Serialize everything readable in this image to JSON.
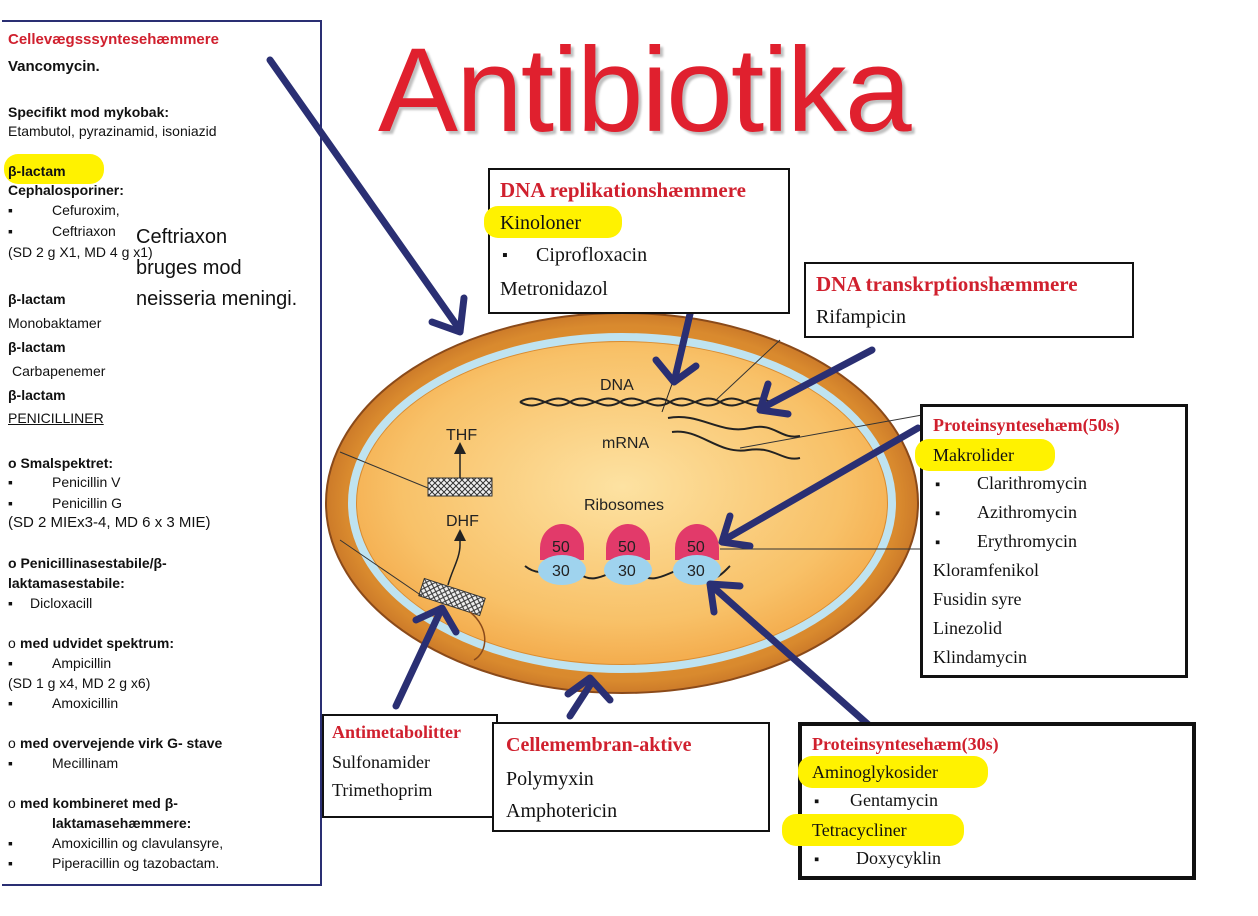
{
  "title": "Antibiotika",
  "left_panel": {
    "heading": "Cellevægsssyntesehæmmere",
    "vancomycin": "Vancomycin.",
    "mykobak_head": "Specifikt mod mykobak:",
    "mykobak_drugs": "Etambutol, pyrazinamid, isoniazid",
    "blactam1": "β-lactam",
    "cephalo_head": "Cephalosporiner:",
    "bullet": "▪",
    "cefuroxim": "Cefuroxim,",
    "ceftriaxon": "Ceftriaxon",
    "ceftriaxon_dose": "(SD 2 g X1, MD 4 g x1)",
    "blactam2": "β-lactam",
    "monobaktamer": "Monobaktamer",
    "blactam3": "β-lactam",
    "carbapenemer": "Carbapenemer",
    "blactam4": "β-lactam",
    "penicilliner": "PENICILLINER",
    "smal_head": "o Smalspektret:",
    "penV": "Penicillin V",
    "penG": "Penicillin G",
    "penG_dose": "(SD 2 MIEx3-4, MD 6 x 3 MIE)",
    "pase_head1": "o Penicillinasestabile/β-",
    "pase_head2": "laktamasestabile:",
    "dicloxacill": "Dicloxacill",
    "udvidet_o": "o",
    "udvidet_head": "med udvidet spektrum:",
    "ampicillin": "Ampicillin",
    "ampicillin_dose": "(SD 1 g x4, MD 2 g x6)",
    "amoxicillin": "Amoxicillin",
    "gstave_o": "o",
    "gstave_head": "med overvejende virk G- stave",
    "mecillinam": "Mecillinam",
    "komb_o": "o",
    "komb_head1": "med kombineret med β-",
    "komb_head2": "laktamasehæmmere:",
    "amox_clav": "Amoxicillin  og clavulansyre,",
    "pip_tazo": "Piperacillin  og tazobactam."
  },
  "note": [
    "Ceftriaxon",
    "bruges mod",
    "neisseria meningi."
  ],
  "cell": {
    "dna": "DNA",
    "mrna": "mRNA",
    "ribosomes": "Ribosomes",
    "thf": "THF",
    "dhf": "DHF",
    "r50": "50",
    "r30": "30"
  },
  "box_dna_rep": {
    "head": "DNA replikationshæmmere",
    "l1": "Kinoloner",
    "bullet": "▪",
    "l2": "Ciprofloxacin",
    "l3": "Metronidazol"
  },
  "box_dna_trans": {
    "head": "DNA transkrptionshæmmere",
    "l1": "Rifampicin"
  },
  "box_p50": {
    "head": "Proteinsyntesehæm(50s)",
    "l1": "Makrolider",
    "bullet": "▪",
    "l2": "Clarithromycin",
    "l3": "Azithromycin",
    "l4": "Erythromycin",
    "l5": "Kloramfenikol",
    "l6": "Fusidin syre",
    "l7": "Linezolid",
    "l8": "Klindamycin"
  },
  "box_antimet": {
    "head": "Antimetabolitter",
    "l1": "Sulfonamider",
    "l2": "Trimethoprim"
  },
  "box_membran": {
    "head": "Cellemembran-aktive",
    "l1": "Polymyxin",
    "l2": "Amphotericin"
  },
  "box_p30": {
    "head": "Proteinsyntesehæm(30s)",
    "l1": "Aminoglykosider",
    "bullet": "▪",
    "l2": "Gentamycin",
    "l3": "Tetracycliner",
    "l4": "Doxycyklin"
  },
  "colors": {
    "red": "#d0202e",
    "highlight": "#fff200",
    "arrow": "#2a2f73",
    "cell_outer": "#c06a2a",
    "cell_inner": "#f5b04a",
    "membrane": "#bfe3f0",
    "rib50": "#e23a6a",
    "rib30": "#9fd3ee"
  }
}
